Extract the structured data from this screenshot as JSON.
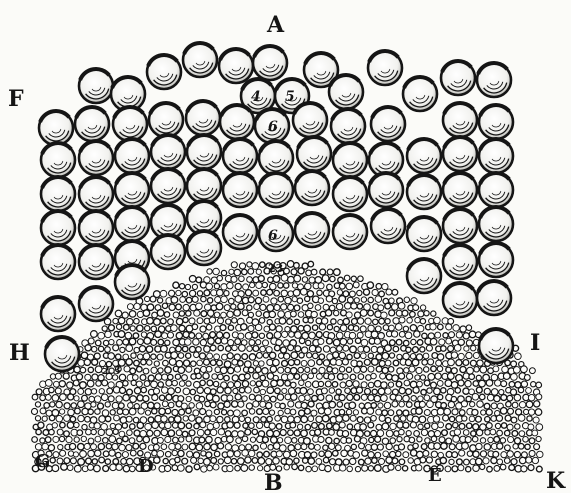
{
  "labels": {
    "A": "A",
    "B": "B",
    "D": "D",
    "E": "E",
    "F": "F",
    "G": "G",
    "H": "H",
    "I": "I",
    "K": "K",
    "n4": "4",
    "n5": "5",
    "n6": "6",
    "n6b": "6",
    "n23": "23",
    "n2": "2",
    "n3": "3"
  },
  "colors": {
    "ink": "#151515",
    "paper": "#fbfbf8"
  }
}
